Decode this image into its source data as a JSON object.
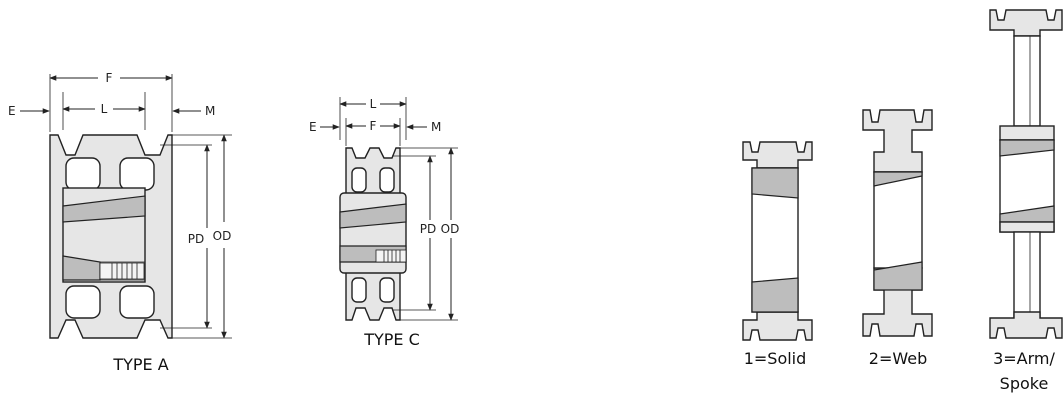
{
  "type_a": {
    "caption": "TYPE A",
    "dims": {
      "f": "F",
      "l": "L",
      "e": "E",
      "m": "M",
      "pd": "PD",
      "od": "OD"
    }
  },
  "type_c": {
    "caption": "TYPE C",
    "dims": {
      "l": "L",
      "f": "F",
      "e": "E",
      "m": "M",
      "pd": "PD",
      "od": "OD"
    }
  },
  "styles": {
    "solid": "1=Solid",
    "web": "2=Web",
    "arm_line1": "3=Arm/",
    "arm_line2": "Spoke"
  }
}
